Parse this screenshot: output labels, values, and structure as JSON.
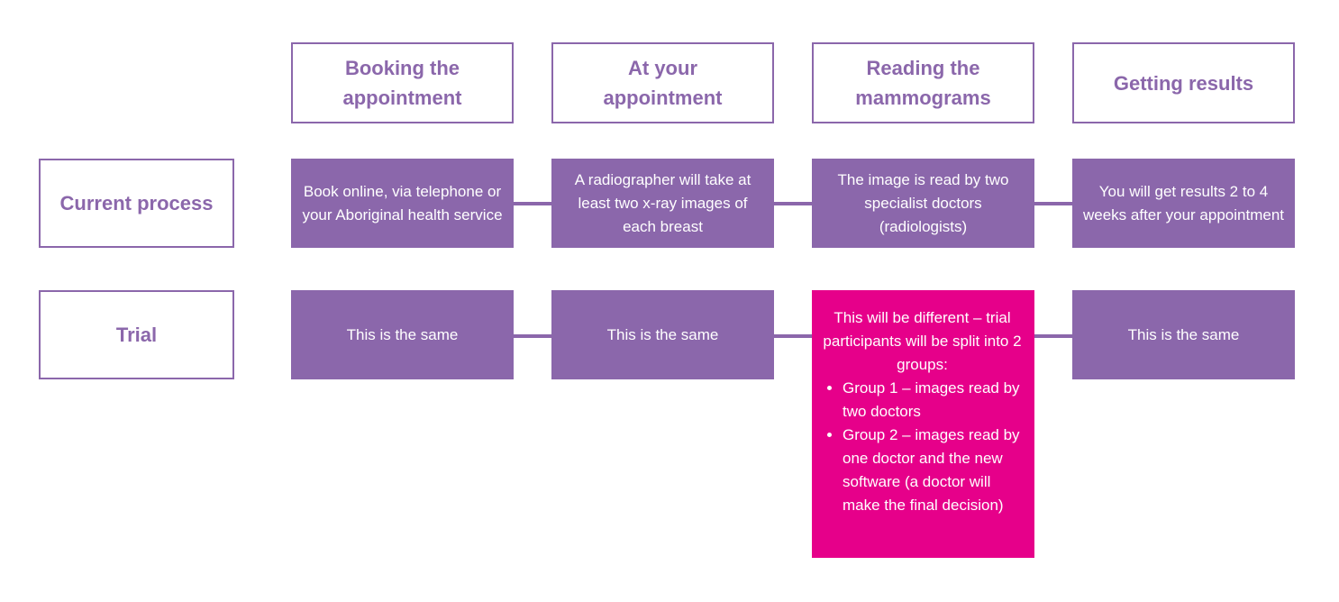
{
  "headers": [
    "Booking the appointment",
    "At your appointment",
    "Reading the mammograms",
    "Getting results"
  ],
  "rows": [
    {
      "label": "Current process",
      "cells": [
        "Book online, via telephone or your Aboriginal health service",
        "A radiographer will take at least two x-ray images of each breast",
        "The image is read by two specialist doctors (radiologists)",
        "You will get results 2 to 4 weeks after your appointment"
      ]
    },
    {
      "label": "Trial",
      "cells": [
        "This is the same",
        "This is the same",
        "",
        "This is the same"
      ],
      "highlight": {
        "intro": "This will be different – trial participants will be split into 2 groups:",
        "bullets": [
          "Group 1 – images read by two doctors",
          "Group 2 – images read by one doctor and the new software (a doctor will make the final decision)"
        ]
      }
    }
  ],
  "colors": {
    "purple": "#8b67ab",
    "pink": "#e6008a",
    "white": "#ffffff"
  }
}
